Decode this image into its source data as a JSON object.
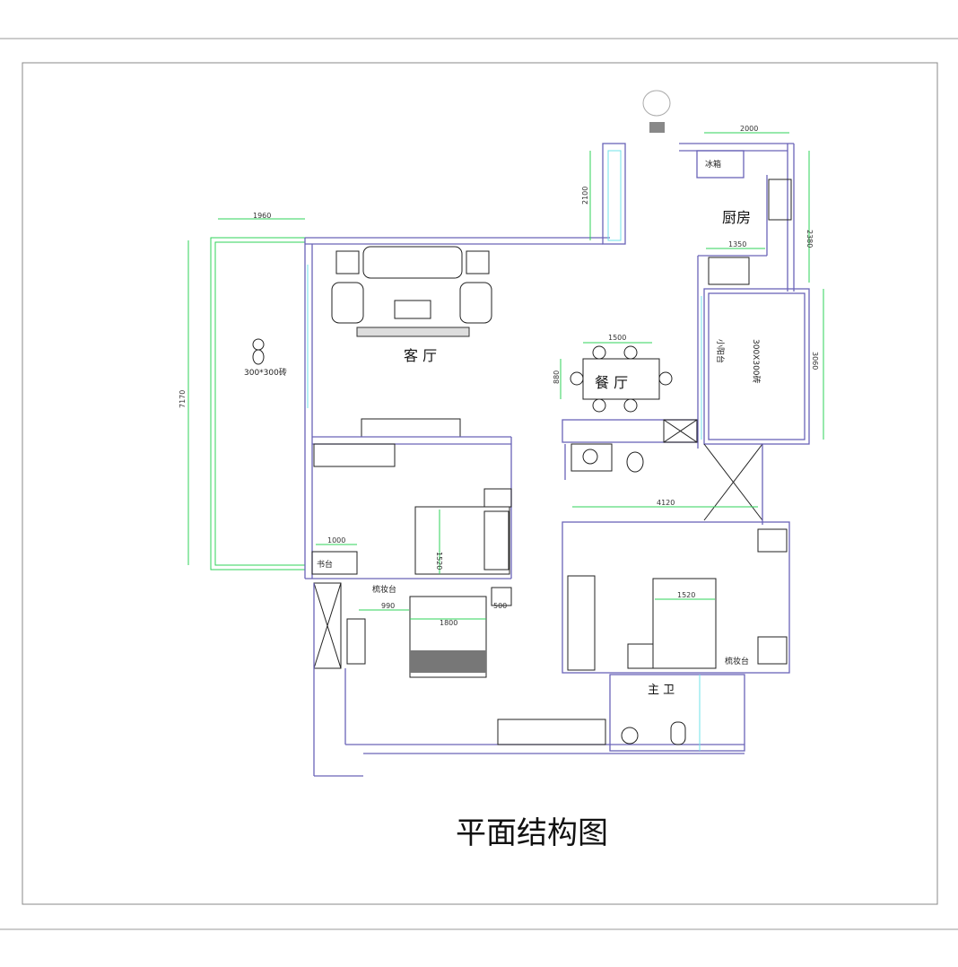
{
  "title": "平面结构图",
  "rooms": {
    "living": "客 厅",
    "dining": "餐 厅",
    "kitchen": "厨房",
    "master_bath": "主 卫"
  },
  "labels": {
    "fridge": "冰箱",
    "tiles": "300*300砖",
    "desk": "书台",
    "dresser_left": "梳妆台",
    "dresser_right": "梳妆台",
    "small_balcony": "小阳台",
    "small_balcony_tiles": "300X300砖"
  },
  "dimensions": {
    "balcony_width": "1960",
    "balcony_length": "7170",
    "bay_window": "2100",
    "kitchen_width": "2000",
    "kitchen_depth": "2380",
    "sink_counter": "1350",
    "small_balcony_depth": "3060",
    "dining_table_width": "1500",
    "dining_table_depth": "880",
    "corridor": "4120",
    "bed2_width": "1520",
    "desk_width": "1000",
    "master_side": "990",
    "master_bed": "1800",
    "master_nightstand": "500",
    "bed3_width": "1520"
  },
  "colors": {
    "wall": "#6a63b8",
    "dimension": "#2fd35a",
    "window": "#6fe3e8"
  }
}
